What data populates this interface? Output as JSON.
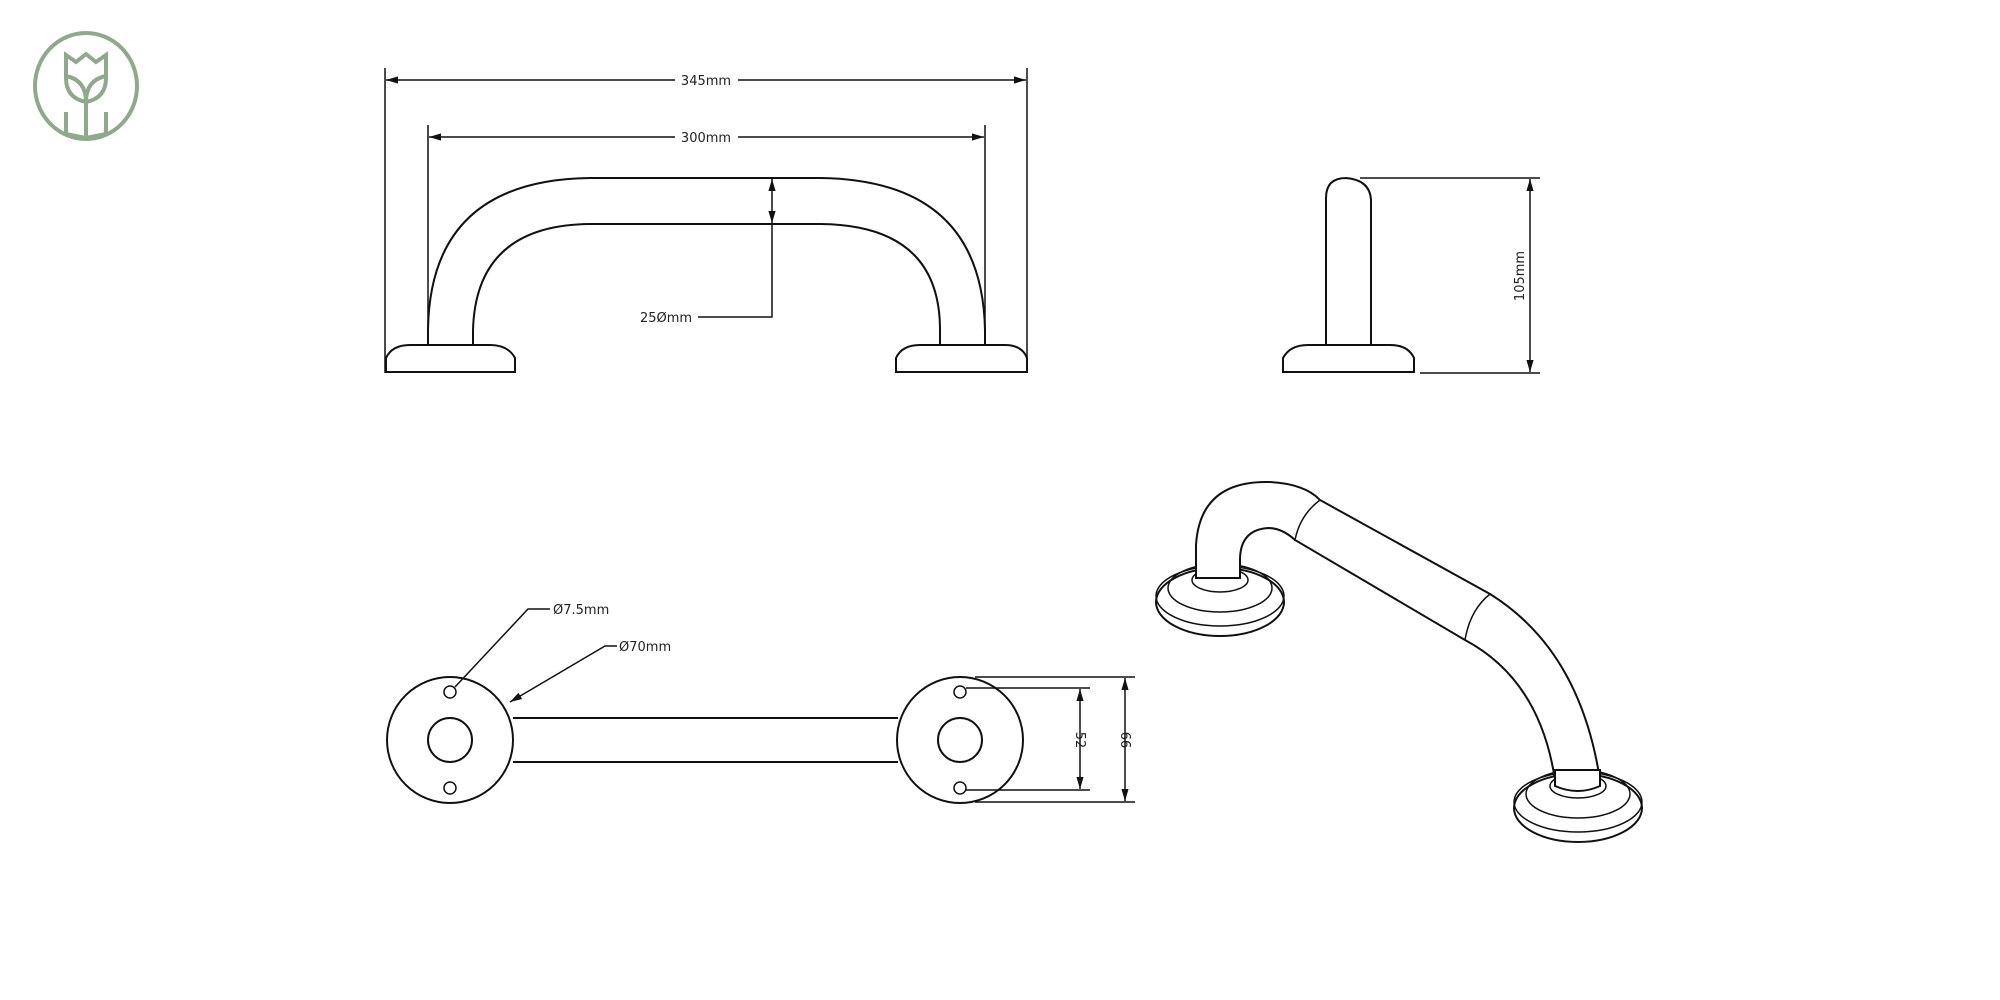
{
  "logo": {
    "name": "tulip-logo",
    "color": "#8faa8b"
  },
  "front_view": {
    "overall_width": "345mm",
    "centres_width": "300mm",
    "tube_diameter": "25Ømm"
  },
  "side_view": {
    "projection": "105mm"
  },
  "top_view": {
    "fixing_hole": "Ø7.5mm",
    "rose_diameter": "Ø70mm",
    "hole_spacing": "52",
    "rose_span": "66"
  }
}
